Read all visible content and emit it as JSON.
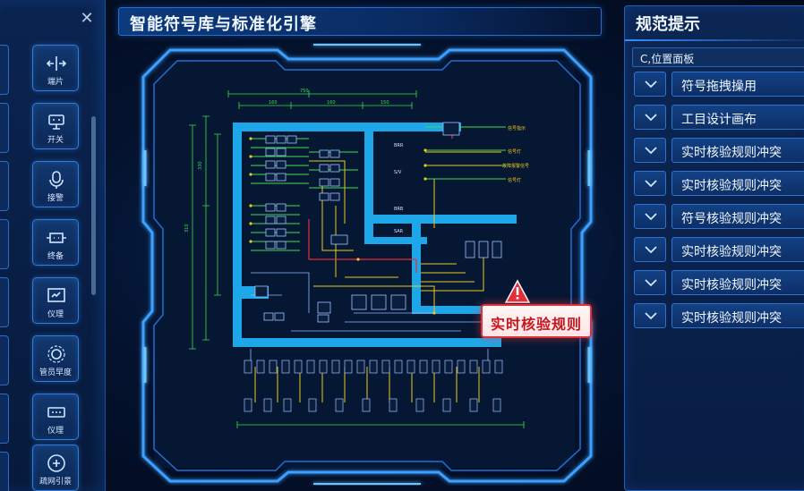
{
  "app": {
    "title": "智能符号库与标准化引擎"
  },
  "left_panel": {
    "close_glyph": "✕",
    "items": [
      {
        "label": "端片",
        "icon": "terminal-strip-icon"
      },
      {
        "label": "开关",
        "icon": "switch-icon"
      },
      {
        "label": "接警",
        "icon": "microphone-icon"
      },
      {
        "label": "终备",
        "icon": "terminal-icon"
      },
      {
        "label": "仪理",
        "icon": "meter-icon"
      },
      {
        "label": "管员早度",
        "icon": "sensor-icon"
      },
      {
        "label": "仪理",
        "icon": "connector-icon"
      },
      {
        "label": "疏网引景",
        "icon": "network-icon"
      }
    ]
  },
  "canvas": {
    "alert_label": "实时核验规则",
    "alert_icon": "warning-icon",
    "signal_labels": [
      "信号指示",
      "信号灯",
      "故障报警信号",
      "信号灯"
    ],
    "bus_labels": [
      "BRR",
      "S/V",
      "BRB",
      "SAR"
    ]
  },
  "right_panel": {
    "title": "规范提示",
    "location": "C,位置面板",
    "rules": [
      "符号拖拽操用",
      "工目设计画布",
      "实时核验规则冲突",
      "实时核验规则冲突",
      "符号核验规则冲突",
      "实时核验规则冲突",
      "实时核验规则冲突",
      "实时核验规则冲突"
    ]
  },
  "colors": {
    "background": "#030d22",
    "accent": "#2f7be0",
    "busbar": "#1ea7e8",
    "wire_yellow": "#e8c81e",
    "wire_green": "#3cdc4c",
    "wire_red": "#e0303a",
    "alert": "#c8141e"
  }
}
